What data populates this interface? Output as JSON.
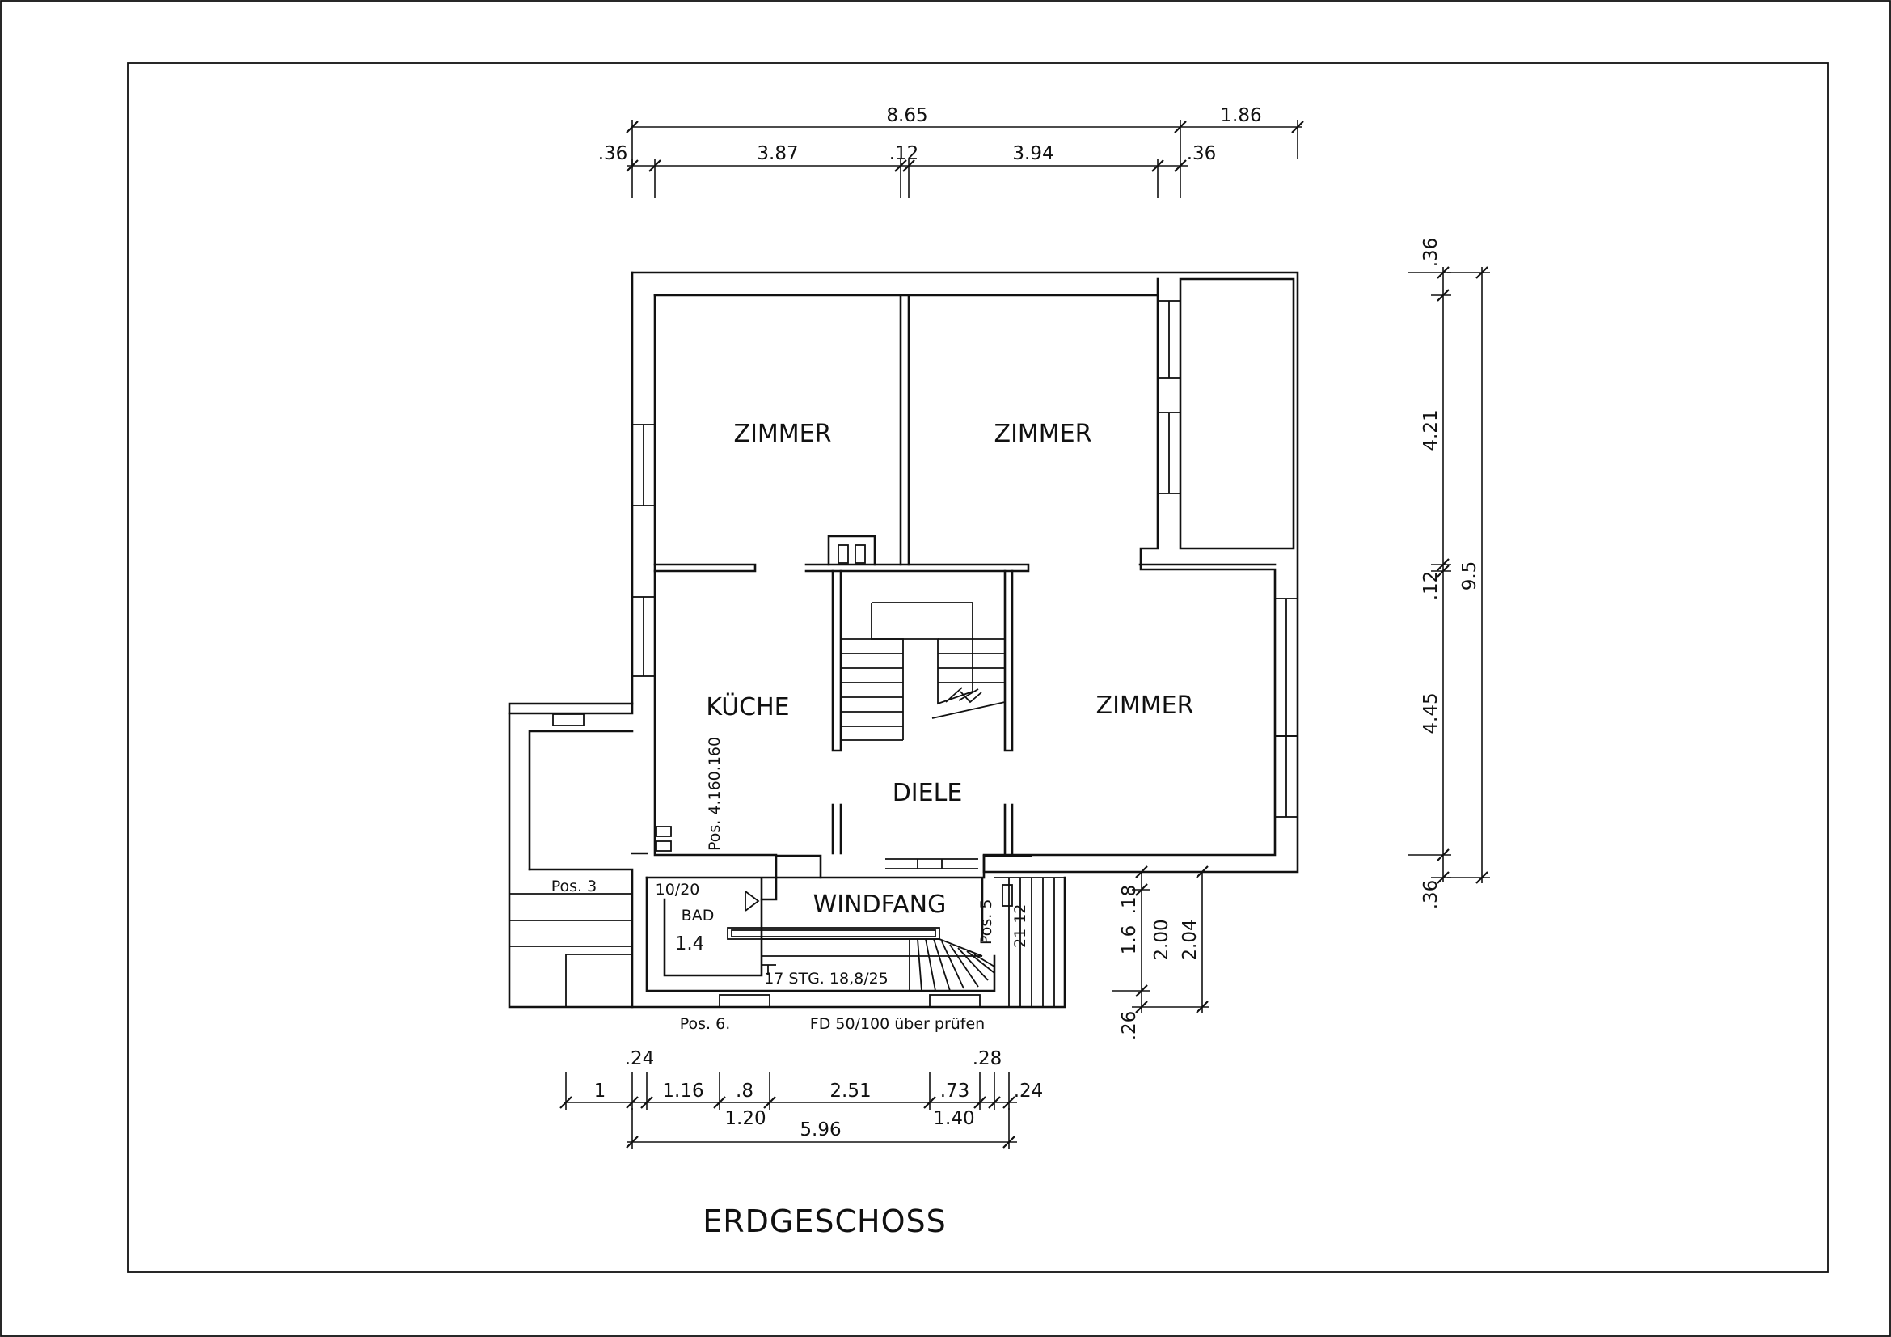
{
  "drawing": {
    "title": "ERDGESCHOSS",
    "rooms": {
      "zimmer_1": "ZIMMER",
      "zimmer_2": "ZIMMER",
      "zimmer_3": "ZIMMER",
      "kueche": "KÜCHE",
      "diele": "DIELE",
      "windfang": "WINDFANG",
      "bad": "BAD"
    },
    "notes": {
      "pos_4": "Pos. 4.160.160",
      "pos_3": "Pos. 3",
      "pos_5": "Pos. 5",
      "pos_6": "Pos. 6.",
      "bad_size": "1.4",
      "bad_label": "10/20",
      "stairs": "17 STG. 18,8/25",
      "stair_small": "21 12",
      "fd": "FD 50/100 über prüfen"
    }
  },
  "dimensions": {
    "top_overall": "8.65",
    "top_extension": "1.86",
    "top_left_wall": ".36",
    "top_room_left": "3.87",
    "top_inner_wall": ".12",
    "top_room_right": "3.94",
    "top_right_wall": ".36",
    "right_top_wall": ".36",
    "right_room_upper": "4.21",
    "right_inner_wall": ".12",
    "right_room_lower": "4.45",
    "right_bottom_wall": ".36",
    "right_overall": "9.5",
    "entry_a": "1.6",
    "entry_b": ".18",
    "entry_c": "2.00",
    "entry_d": "2.04",
    "entry_e": ".26",
    "bottom_1": "1",
    "bottom_024a": ".24",
    "bottom_116": "1.16",
    "bottom_08": ".8",
    "bottom_251": "2.51",
    "bottom_073": ".73",
    "bottom_028": ".28",
    "bottom_024b": ".24",
    "bottom_120": "1.20",
    "bottom_140": "1.40",
    "bottom_596": "5.96"
  }
}
